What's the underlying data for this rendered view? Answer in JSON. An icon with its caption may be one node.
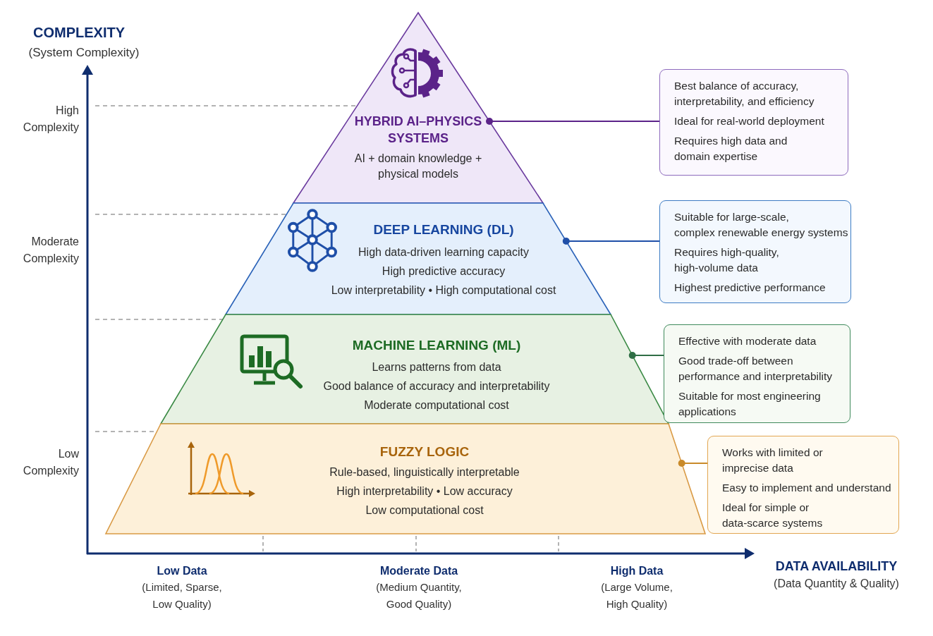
{
  "diagram": {
    "nodes": [
      {
        "text": [
          "HYBRID AI–PHYSICS SYSTEMS",
          "AI + domain knowledge + physical models"
        ]
      },
      {
        "text": [
          "Best balance of accuracy, interpretability, and efficiency",
          "Ideal for real-world deployment",
          "Requires high data and domain expertise"
        ]
      },
      {
        "text": [
          "DEEP LEARNING (DL)",
          "High data-driven learning capacity",
          "High predictive accuracy",
          "Low interpretability • High computational cost"
        ]
      },
      {
        "text": [
          "Suitable for large-scale, complex renewable energy systems",
          "Requires high-quality, high-volume data",
          "Highest predictive performance"
        ]
      },
      {
        "text": [
          "MACHINE LEARNING (ML)",
          "Learns patterns from data",
          "Good balance of accuracy and interpretability",
          "Moderate computational cost"
        ]
      },
      {
        "text": [
          "Effective with moderate data",
          "Good trade-off between performance and interpretability",
          "Suitable for most engineering applications"
        ]
      },
      {
        "text": [
          "FUZZY LOGIC",
          "Rule-based, linguistically interpretable",
          "High interpretability • Low accuracy",
          "Low computational cost"
        ]
      },
      {
        "text": [
          "Works with limited or imprecise data",
          "Easy to implement and understand",
          "Ideal for simple or data-scarce systems"
        ]
      }
    ],
    "edges": [
      {
        "from": 0,
        "to": 1,
        "arrow": "other",
        "color": "#5b2389"
      },
      {
        "from": 2,
        "to": 3,
        "arrow": "other",
        "color": "#1f4fa8"
      },
      {
        "from": 4,
        "to": 5,
        "arrow": "other",
        "color": "#2f6e45"
      },
      {
        "from": 6,
        "to": 7,
        "arrow": "other",
        "color": "#c98a2a"
      }
    ],
    "labels": [
      "COMPLEXITY",
      "(System Complexity)",
      "High Complexity",
      "Moderate Complexity",
      "Low Complexity",
      "Low Data",
      "(Limited, Sparse, Low Quality)",
      "Moderate Data",
      "(Medium Quantity, Good Quality)",
      "High Data",
      "(Large Volume, High Quality)",
      "DATA AVAILABILITY",
      "(Data Quantity & Quality)"
    ]
  }
}
